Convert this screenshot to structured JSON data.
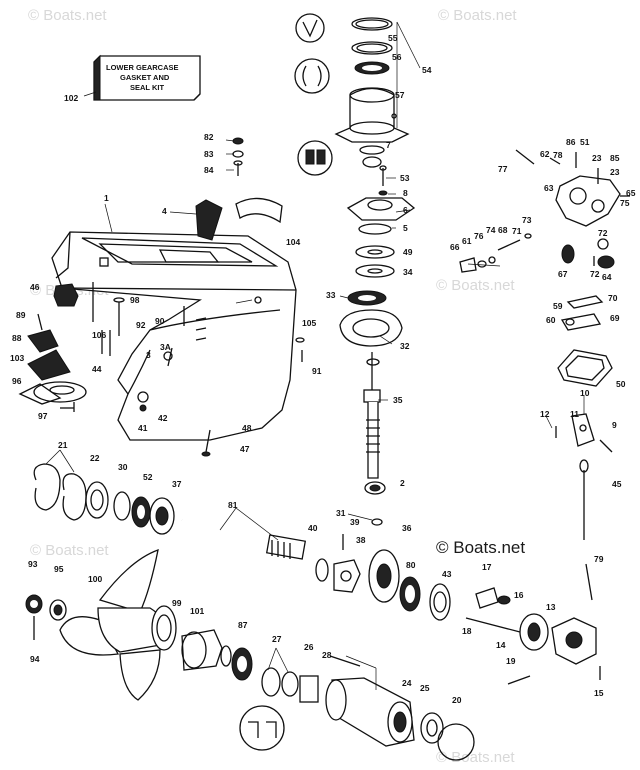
{
  "watermarks": [
    "© Boats.net",
    "© Boats.net",
    "© Boats.net",
    "© Boats.net",
    "© Boats.net",
    "© Boats.net"
  ],
  "center_watermark": "© Boats.net",
  "kit_label": {
    "line1": "LOWER GEARCASE",
    "line2": "GASKET AND",
    "line3": "SEAL KIT"
  },
  "callouts": [
    {
      "id": "c102",
      "text": "102"
    },
    {
      "id": "c55",
      "text": "55"
    },
    {
      "id": "c56",
      "text": "56"
    },
    {
      "id": "c54",
      "text": "54"
    },
    {
      "id": "c57",
      "text": "57"
    },
    {
      "id": "c7",
      "text": "7"
    },
    {
      "id": "c82",
      "text": "82"
    },
    {
      "id": "c83",
      "text": "83"
    },
    {
      "id": "c84",
      "text": "84"
    },
    {
      "id": "c53",
      "text": "53"
    },
    {
      "id": "c8",
      "text": "8"
    },
    {
      "id": "c6",
      "text": "6"
    },
    {
      "id": "c5",
      "text": "5"
    },
    {
      "id": "c49",
      "text": "49"
    },
    {
      "id": "c34",
      "text": "34"
    },
    {
      "id": "c33",
      "text": "33"
    },
    {
      "id": "c32",
      "text": "32"
    },
    {
      "id": "c35",
      "text": "35"
    },
    {
      "id": "c1",
      "text": "1"
    },
    {
      "id": "c4",
      "text": "4"
    },
    {
      "id": "c104",
      "text": "104"
    },
    {
      "id": "c46",
      "text": "46"
    },
    {
      "id": "c98",
      "text": "98"
    },
    {
      "id": "c89",
      "text": "89"
    },
    {
      "id": "c90",
      "text": "90"
    },
    {
      "id": "c92",
      "text": "92"
    },
    {
      "id": "c105",
      "text": "105"
    },
    {
      "id": "c88",
      "text": "88"
    },
    {
      "id": "c106",
      "text": "106"
    },
    {
      "id": "c91",
      "text": "91"
    },
    {
      "id": "c103",
      "text": "103"
    },
    {
      "id": "c3A",
      "text": "3A"
    },
    {
      "id": "c3",
      "text": "3"
    },
    {
      "id": "c44",
      "text": "44"
    },
    {
      "id": "c96",
      "text": "96"
    },
    {
      "id": "c97",
      "text": "97"
    },
    {
      "id": "c42",
      "text": "42"
    },
    {
      "id": "c41",
      "text": "41"
    },
    {
      "id": "c48",
      "text": "48"
    },
    {
      "id": "c47",
      "text": "47"
    },
    {
      "id": "c86",
      "text": "86"
    },
    {
      "id": "c51",
      "text": "51"
    },
    {
      "id": "c62",
      "text": "62"
    },
    {
      "id": "c78",
      "text": "78"
    },
    {
      "id": "c85",
      "text": "85"
    },
    {
      "id": "c23a",
      "text": "23"
    },
    {
      "id": "c23b",
      "text": "23"
    },
    {
      "id": "c77",
      "text": "77"
    },
    {
      "id": "c65",
      "text": "65"
    },
    {
      "id": "c63",
      "text": "63"
    },
    {
      "id": "c75",
      "text": "75"
    },
    {
      "id": "c73",
      "text": "73"
    },
    {
      "id": "c74",
      "text": "74"
    },
    {
      "id": "c68",
      "text": "68"
    },
    {
      "id": "c71",
      "text": "71"
    },
    {
      "id": "c76",
      "text": "76"
    },
    {
      "id": "c61",
      "text": "61"
    },
    {
      "id": "c66",
      "text": "66"
    },
    {
      "id": "c72",
      "text": "72"
    },
    {
      "id": "c67",
      "text": "67"
    },
    {
      "id": "c72b",
      "text": "72"
    },
    {
      "id": "c64",
      "text": "64"
    },
    {
      "id": "c70",
      "text": "70"
    },
    {
      "id": "c59",
      "text": "59"
    },
    {
      "id": "c60",
      "text": "60"
    },
    {
      "id": "c69",
      "text": "69"
    },
    {
      "id": "c50",
      "text": "50"
    },
    {
      "id": "c10",
      "text": "10"
    },
    {
      "id": "c11",
      "text": "11"
    },
    {
      "id": "c12",
      "text": "12"
    },
    {
      "id": "c9",
      "text": "9"
    },
    {
      "id": "c45",
      "text": "45"
    },
    {
      "id": "c21",
      "text": "21"
    },
    {
      "id": "c22",
      "text": "22"
    },
    {
      "id": "c30",
      "text": "30"
    },
    {
      "id": "c52",
      "text": "52"
    },
    {
      "id": "c37",
      "text": "37"
    },
    {
      "id": "c81",
      "text": "81"
    },
    {
      "id": "c31",
      "text": "31"
    },
    {
      "id": "c39",
      "text": "39"
    },
    {
      "id": "c2",
      "text": "2"
    },
    {
      "id": "c36",
      "text": "36"
    },
    {
      "id": "c40",
      "text": "40"
    },
    {
      "id": "c38",
      "text": "38"
    },
    {
      "id": "c80",
      "text": "80"
    },
    {
      "id": "c43",
      "text": "43"
    },
    {
      "id": "c17",
      "text": "17"
    },
    {
      "id": "c79",
      "text": "79"
    },
    {
      "id": "c16",
      "text": "16"
    },
    {
      "id": "c93",
      "text": "93"
    },
    {
      "id": "c95",
      "text": "95"
    },
    {
      "id": "c100",
      "text": "100"
    },
    {
      "id": "c99",
      "text": "99"
    },
    {
      "id": "c101",
      "text": "101"
    },
    {
      "id": "c87",
      "text": "87"
    },
    {
      "id": "c27",
      "text": "27"
    },
    {
      "id": "c18",
      "text": "18"
    },
    {
      "id": "c13",
      "text": "13"
    },
    {
      "id": "c14",
      "text": "14"
    },
    {
      "id": "c94",
      "text": "94"
    },
    {
      "id": "c26",
      "text": "26"
    },
    {
      "id": "c28",
      "text": "28"
    },
    {
      "id": "c24",
      "text": "24"
    },
    {
      "id": "c19",
      "text": "19"
    },
    {
      "id": "c15",
      "text": "15"
    },
    {
      "id": "c25",
      "text": "25"
    },
    {
      "id": "c20",
      "text": "20"
    }
  ]
}
